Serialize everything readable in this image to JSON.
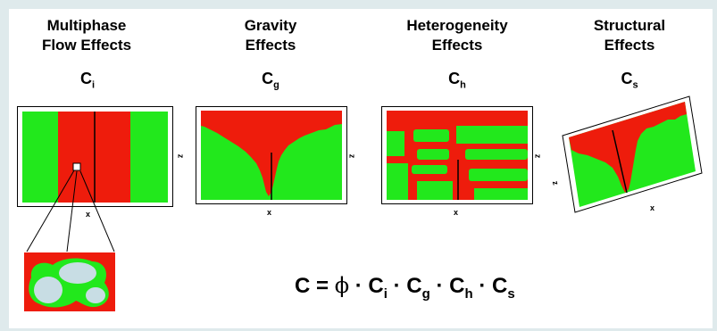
{
  "colors": {
    "red": "#ee1c0c",
    "green": "#22e81c",
    "pore": "#c8dde4",
    "background": "#dfeaec"
  },
  "panels": [
    {
      "title_line1": "Multiphase",
      "title_line2": "Flow Effects",
      "symbol": "C",
      "subscript": "i",
      "axis_z": "z",
      "axis_x": "x"
    },
    {
      "title_line1": "Gravity",
      "title_line2": "Effects",
      "symbol": "C",
      "subscript": "g",
      "axis_z": "z",
      "axis_x": "x"
    },
    {
      "title_line1": "Heterogeneity",
      "title_line2": "Effects",
      "symbol": "C",
      "subscript": "h",
      "axis_z": "z",
      "axis_x": "x"
    },
    {
      "title_line1": "Structural",
      "title_line2": "Effects",
      "symbol": "C",
      "subscript": "s",
      "axis_z": "z",
      "axis_x": "x"
    }
  ],
  "equation": {
    "lhs": "C",
    "equals": "=",
    "phi": "ϕ",
    "dot": "·",
    "c": "C",
    "sub_i": "i",
    "sub_g": "g",
    "sub_h": "h",
    "sub_s": "s"
  }
}
